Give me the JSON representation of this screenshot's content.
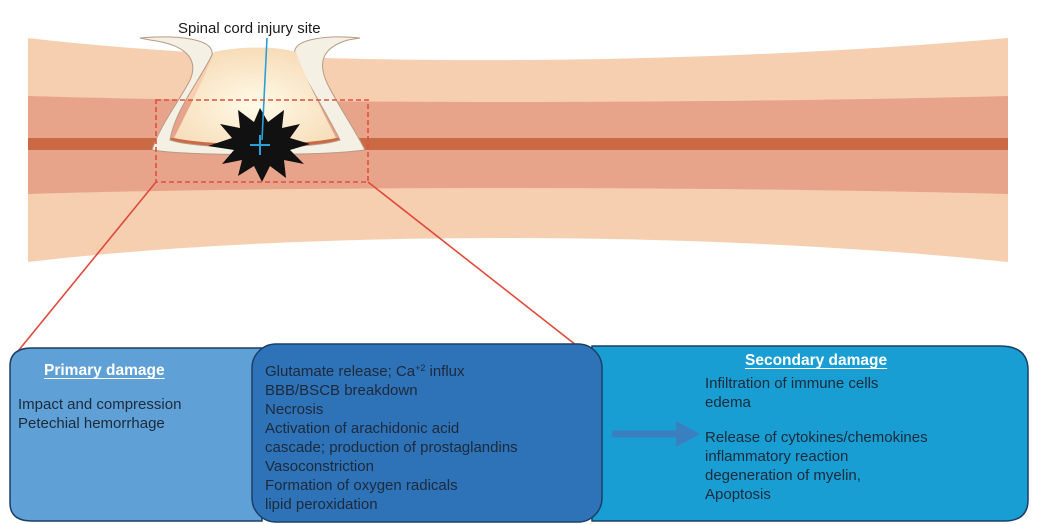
{
  "callout": {
    "label": "Spinal cord injury site"
  },
  "primary": {
    "heading": "Primary damage",
    "items": [
      "Impact and compression",
      "Petechial hemorrhage"
    ]
  },
  "mechanisms": {
    "items": [
      "Glutamate release; Ca+2 influx",
      "BBB/BSCB breakdown",
      "Necrosis",
      "Activation of arachidonic acid",
      "cascade; production of prostaglandins",
      "Vasoconstriction",
      "Formation of oxygen radicals",
      "lipid peroxidation"
    ]
  },
  "secondary": {
    "heading": "Secondary damage",
    "group1": [
      "Infiltration of immune cells",
      "edema"
    ],
    "group2": [
      "Release of cytokines/chemokines",
      "inflammatory reaction",
      "degeneration of myelin,",
      "Apoptosis"
    ]
  },
  "colors": {
    "cord_outer": "#f6cfb0",
    "cord_band": "#e8a48a",
    "cord_center_line": "#c96a45",
    "lesion_rim": "#f5f0e4",
    "lesion_core": "#fdf2cf",
    "highlight_box": "#e05040",
    "zoom_lines": "#e04a3a",
    "primary_panel": "#5fa0d6",
    "mechanism_panel": "#2e72b8",
    "secondary_panel": "#199ed4",
    "panel_border": "#1b3f66",
    "arrow": "#3a7fc0",
    "callout_line": "#2aa0d8"
  }
}
